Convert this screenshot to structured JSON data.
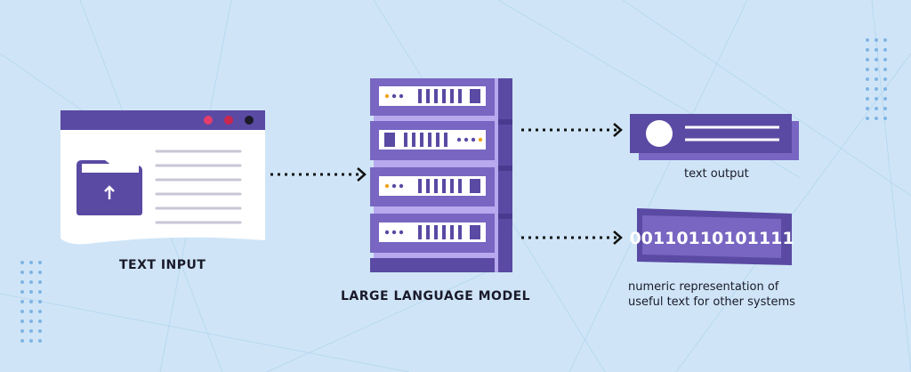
{
  "labels": {
    "text_input": "TEXT INPUT",
    "llm": "LARGE LANGUAGE MODEL",
    "text_output": "text output",
    "numeric_line1": "numeric representation of",
    "numeric_line2": "useful text for other systems"
  },
  "binary_code": "00110110101111",
  "colors": {
    "background": "#cfe5f7",
    "purple_dark": "#5a4aa3",
    "purple_mid": "#7866c2",
    "purple_light": "#b8a8ee",
    "window_white": "#ffffff",
    "dot_pink": "#e43d6b",
    "dot_red": "#c9274e",
    "dot_dark": "#1a1a2a",
    "accent_orange": "#f0a41e"
  },
  "icons": {
    "folder": "folder-upload-icon",
    "arrow": "dotted-arrow-icon",
    "server": "server-rack-icon"
  }
}
